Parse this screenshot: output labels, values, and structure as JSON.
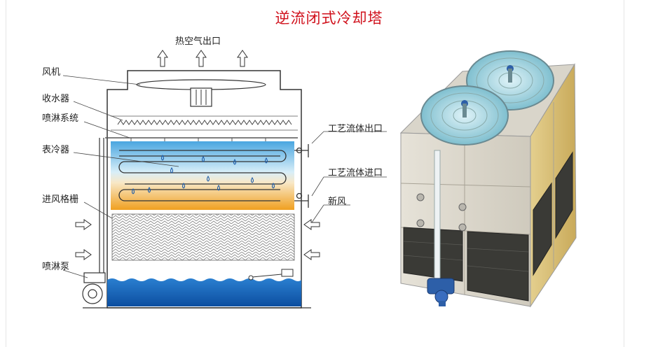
{
  "title": "逆流闭式冷却塔",
  "labels": {
    "hot_air_outlet": "热空气出口",
    "fan": "风机",
    "drift_eliminator": "收水器",
    "spray_system": "喷淋系统",
    "surface_cooler": "表冷器",
    "inlet_louver": "进风格栅",
    "spray_pump": "喷淋泵",
    "process_fluid_outlet": "工艺流体出口",
    "process_fluid_inlet": "工艺流体进口",
    "fresh_air": "新风"
  },
  "colors": {
    "title": "#d0101b",
    "coil_top": "#5aaee0",
    "coil_bottom": "#f0a020",
    "water": "#1565c0",
    "tower_panel": "#d9c48a",
    "tower_steel": "#d8d8d8"
  }
}
